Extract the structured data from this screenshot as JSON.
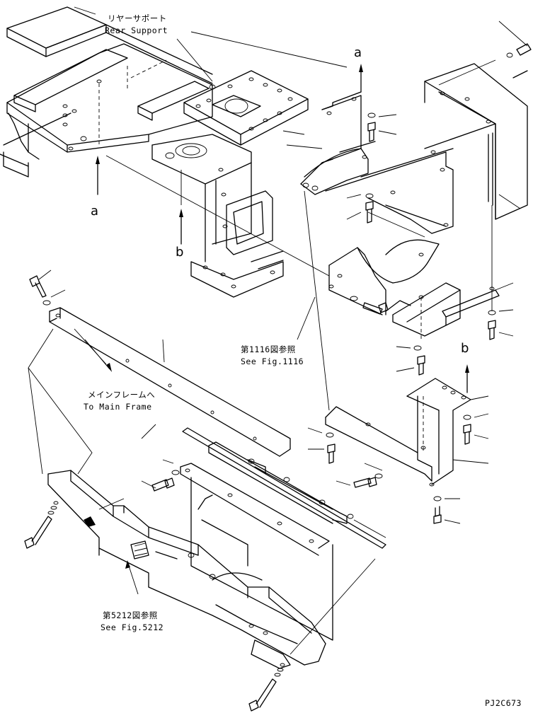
{
  "labels": {
    "rear_support_jp": "リヤーサポート",
    "rear_support_en": "Rear Support",
    "fig1116_jp": "第1116図参照",
    "fig1116_en": "See Fig.1116",
    "main_frame_jp": "メインフレームへ",
    "main_frame_en": "To Main Frame",
    "fig5212_jp": "第5212図参照",
    "fig5212_en": "See Fig.5212",
    "drawing_code": "PJ2C673"
  },
  "view_markers": {
    "a_top": "a",
    "a_left": "a",
    "b_left": "b",
    "b_right": "b"
  }
}
